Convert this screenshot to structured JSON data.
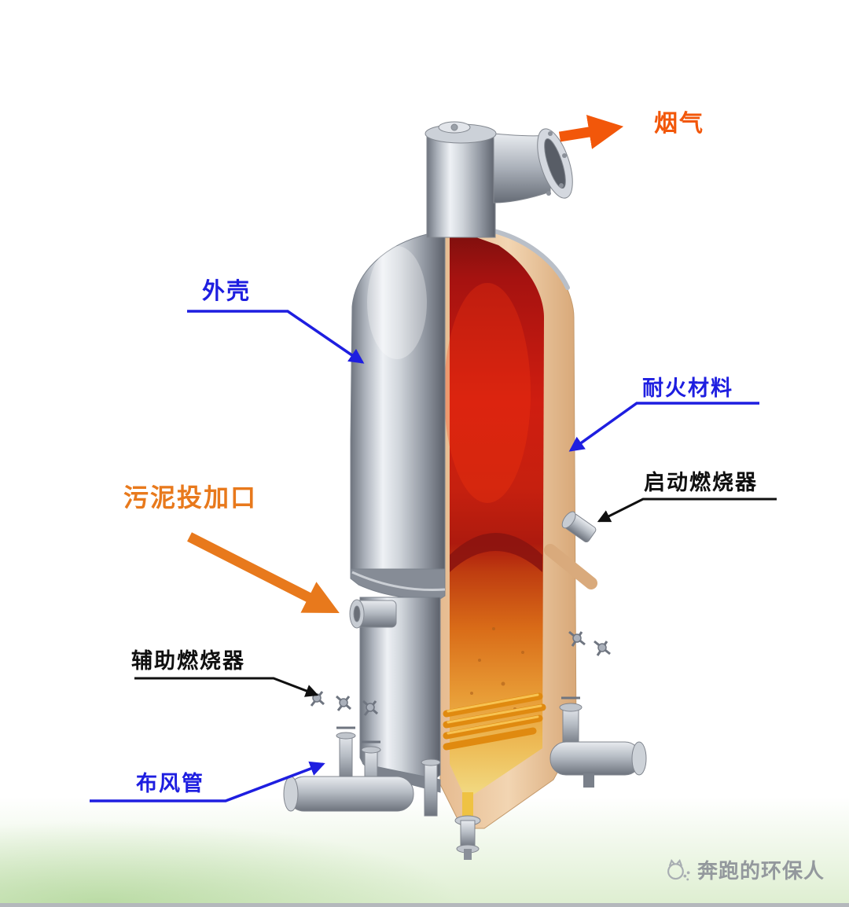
{
  "labels": {
    "flue_gas": {
      "text": "烟气",
      "color": "#f2570a"
    },
    "outer_shell": {
      "text": "外壳",
      "color": "#1e1ee0"
    },
    "refractory": {
      "text": "耐火材料",
      "color": "#1e1ee0"
    },
    "startup_burner": {
      "text": "启动燃烧器",
      "color": "#101010"
    },
    "sludge_inlet": {
      "text": "污泥投加口",
      "color": "#e8791c"
    },
    "auxiliary_burner": {
      "text": "辅助燃烧器",
      "color": "#101010"
    },
    "air_pipe": {
      "text": "布风管",
      "color": "#1e1ee0"
    }
  },
  "watermark": {
    "text": "奔跑的环保人",
    "color": "#93989d"
  },
  "colors": {
    "arrow_blue": "#1e1ee0",
    "arrow_black": "#101010",
    "arrow_orange": "#f2570a",
    "arrow_orange_soft": "#e8791c",
    "shell_steel": "#b6bcc4",
    "refractory_tan": "#ecca9f",
    "interior_hot": "#cf1d10",
    "bed_tube_orange": "#e08a10"
  }
}
